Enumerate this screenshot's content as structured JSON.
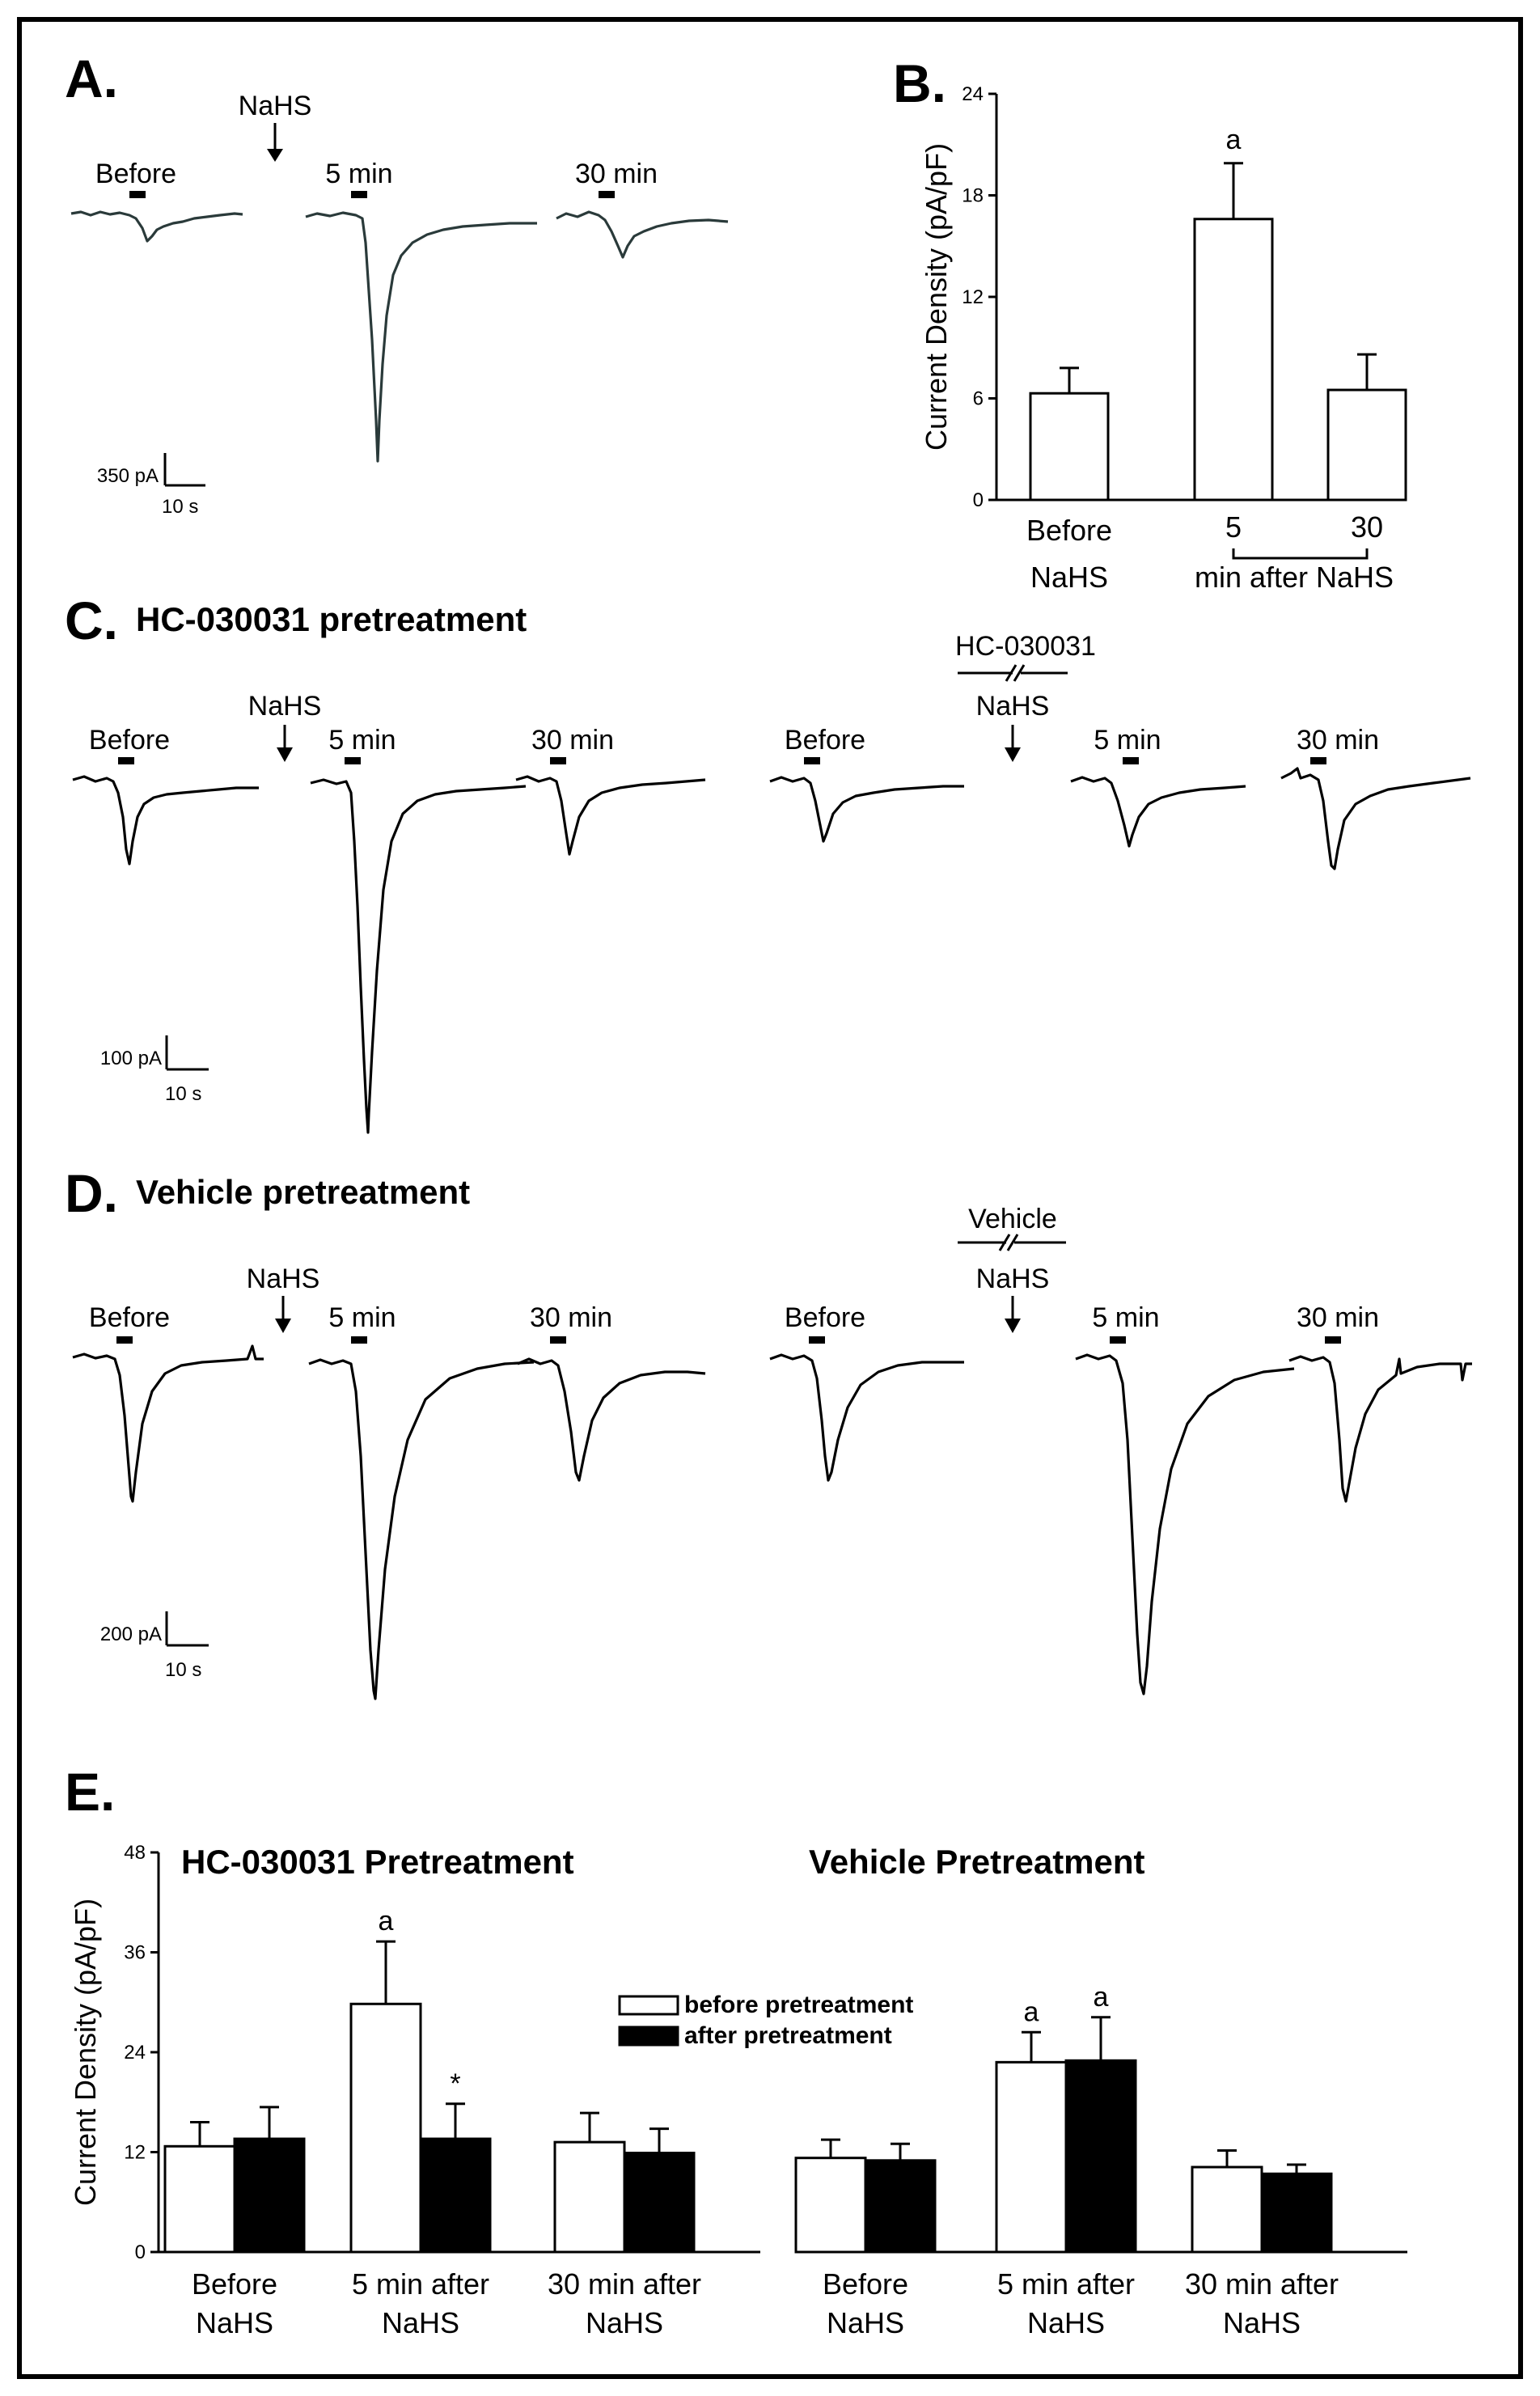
{
  "panels": {
    "A": {
      "letter": "A.",
      "drug_label": "NaHS",
      "bar_labels": [
        "Before",
        "5 min",
        "30 min"
      ],
      "scale": {
        "y": "350 pA",
        "x": "10 s"
      }
    },
    "B": {
      "letter": "B."
    },
    "C": {
      "letter": "C.",
      "title": "HC-030031 pretreatment",
      "left": {
        "drug_label": "NaHS",
        "bar_labels": [
          "Before",
          "5 min",
          "30 min"
        ]
      },
      "right": {
        "pretreat_label": "HC-030031",
        "drug_label": "NaHS",
        "bar_labels": [
          "Before",
          "5 min",
          "30 min"
        ]
      },
      "scale": {
        "y": "100 pA",
        "x": "10 s"
      }
    },
    "D": {
      "letter": "D.",
      "title": "Vehicle pretreatment",
      "left": {
        "drug_label": "NaHS",
        "bar_labels": [
          "Before",
          "5 min",
          "30 min"
        ]
      },
      "right": {
        "pretreat_label": "Vehicle",
        "drug_label": "NaHS",
        "bar_labels": [
          "Before",
          "5 min",
          "30 min"
        ]
      },
      "scale": {
        "y": "200 pA",
        "x": "10 s"
      }
    },
    "E": {
      "letter": "E."
    }
  },
  "chart_data": [
    {
      "panel": "B",
      "type": "bar",
      "ylabel": "Current Density (pA/pF)",
      "ylim": [
        0,
        24
      ],
      "yticks": [
        "0",
        "6",
        "12",
        "18",
        "24"
      ],
      "categories": [
        {
          "line1": "Before",
          "line2": "NaHS"
        },
        {
          "line1": "5",
          "line2": ""
        },
        {
          "line1": "30",
          "line2": ""
        }
      ],
      "group_label": "min after NaHS",
      "values": [
        6.3,
        16.6,
        6.5
      ],
      "errors": [
        1.5,
        3.3,
        2.1
      ],
      "annotations": [
        "",
        "a",
        ""
      ],
      "bar_color": "#ffffff"
    },
    {
      "panel": "E",
      "type": "bar",
      "ylabel": "Current Density (pA/pF)",
      "ylim": [
        0,
        48
      ],
      "yticks": [
        "0",
        "12",
        "24",
        "36",
        "48"
      ],
      "legend": [
        {
          "label": "before pretreatment",
          "color": "#ffffff"
        },
        {
          "label": "after pretreatment",
          "color": "#000000"
        }
      ],
      "groups": [
        {
          "title": "HC-030031 Pretreatment",
          "categories": [
            {
              "line1": "Before",
              "line2": "NaHS"
            },
            {
              "line1": "5 min after",
              "line2": "NaHS"
            },
            {
              "line1": "30 min after",
              "line2": "NaHS"
            }
          ],
          "series": [
            {
              "name": "before pretreatment",
              "values": [
                12.7,
                29.8,
                13.2
              ],
              "errors": [
                2.9,
                7.5,
                3.5
              ],
              "annotations": [
                "",
                "a",
                ""
              ]
            },
            {
              "name": "after pretreatment",
              "values": [
                13.6,
                13.6,
                11.9
              ],
              "errors": [
                3.8,
                4.2,
                2.9
              ],
              "annotations": [
                "",
                "*",
                ""
              ]
            }
          ]
        },
        {
          "title": "Vehicle Pretreatment",
          "categories": [
            {
              "line1": "Before",
              "line2": "NaHS"
            },
            {
              "line1": "5 min after",
              "line2": "NaHS"
            },
            {
              "line1": "30 min after",
              "line2": "NaHS"
            }
          ],
          "series": [
            {
              "name": "before pretreatment",
              "values": [
                11.3,
                22.8,
                10.2
              ],
              "errors": [
                2.2,
                3.6,
                2.0
              ],
              "annotations": [
                "",
                "a",
                ""
              ]
            },
            {
              "name": "after pretreatment",
              "values": [
                11.0,
                23.0,
                9.4
              ],
              "errors": [
                2.0,
                5.2,
                1.1
              ],
              "annotations": [
                "",
                "a",
                ""
              ]
            }
          ]
        }
      ]
    }
  ]
}
